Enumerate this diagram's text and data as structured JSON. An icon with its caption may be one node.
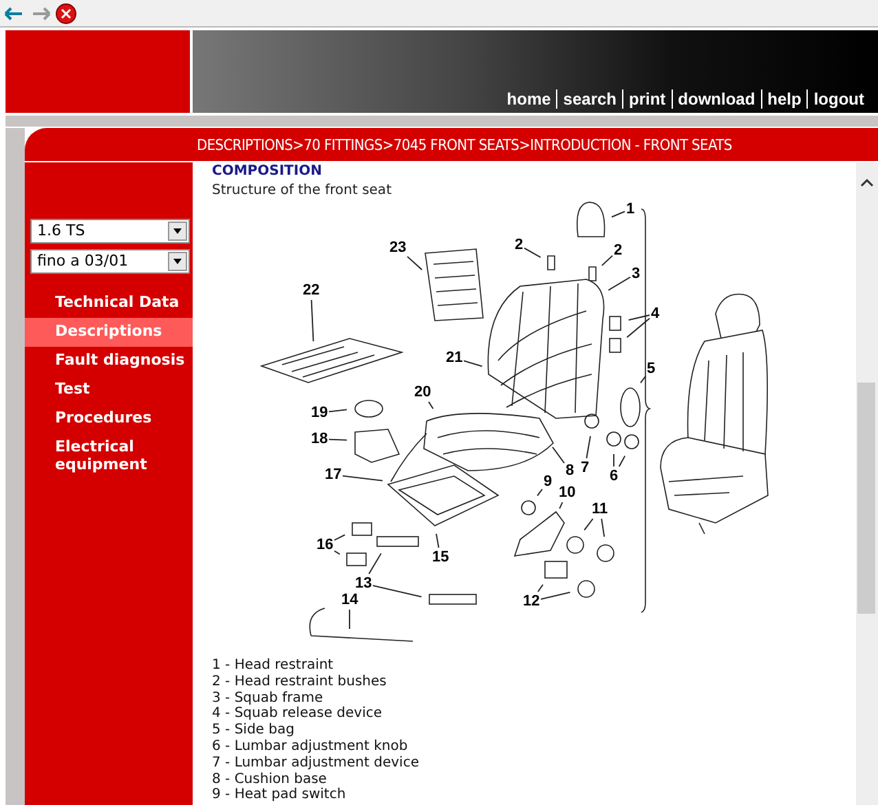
{
  "diagram": {
    "nodes": [
      {
        "text": [
          "1"
        ]
      },
      {
        "text": [
          "2"
        ]
      },
      {
        "text": [
          "23"
        ]
      },
      {
        "text": [
          "2"
        ]
      },
      {
        "text": [
          "3"
        ]
      },
      {
        "text": [
          "4"
        ]
      },
      {
        "text": [
          "22"
        ]
      },
      {
        "text": [
          "5"
        ]
      },
      {
        "text": [
          "21"
        ]
      },
      {
        "text": [
          "20"
        ]
      },
      {
        "text": [
          "19"
        ]
      },
      {
        "text": [
          "18"
        ]
      },
      {
        "text": [
          "8"
        ]
      },
      {
        "text": [
          "7"
        ]
      },
      {
        "text": [
          "6"
        ]
      },
      {
        "text": [
          "17"
        ]
      },
      {
        "text": [
          "9"
        ]
      },
      {
        "text": [
          "10"
        ]
      },
      {
        "text": [
          "11"
        ]
      },
      {
        "text": [
          "16"
        ]
      },
      {
        "text": [
          "15"
        ]
      },
      {
        "text": [
          "13"
        ]
      },
      {
        "text": [
          "12"
        ]
      },
      {
        "text": [
          "14"
        ]
      }
    ],
    "edges": [
      {
        "from": 0,
        "to": null,
        "arrow": "none"
      },
      {
        "from": 1,
        "to": null,
        "arrow": "none"
      },
      {
        "from": 2,
        "to": null,
        "arrow": "none"
      },
      {
        "from": 3,
        "to": null,
        "arrow": "none"
      },
      {
        "from": 4,
        "to": null,
        "arrow": "none"
      },
      {
        "from": 5,
        "to": null,
        "arrow": "none"
      },
      {
        "from": 5,
        "to": null,
        "arrow": "none"
      },
      {
        "from": 6,
        "to": null,
        "arrow": "none"
      },
      {
        "from": 7,
        "to": null,
        "arrow": "none"
      },
      {
        "from": 8,
        "to": null,
        "arrow": "none"
      },
      {
        "from": 9,
        "to": null,
        "arrow": "none"
      },
      {
        "from": 10,
        "to": null,
        "arrow": "none"
      },
      {
        "from": 11,
        "to": null,
        "arrow": "none"
      },
      {
        "from": 12,
        "to": null,
        "arrow": "none"
      },
      {
        "from": 13,
        "to": null,
        "arrow": "none"
      },
      {
        "from": 14,
        "to": null,
        "arrow": "none"
      },
      {
        "from": 14,
        "to": null,
        "arrow": "none"
      },
      {
        "from": 15,
        "to": null,
        "arrow": "none"
      },
      {
        "from": 16,
        "to": null,
        "arrow": "none"
      },
      {
        "from": 17,
        "to": null,
        "arrow": "none"
      },
      {
        "from": 18,
        "to": null,
        "arrow": "none"
      },
      {
        "from": 18,
        "to": null,
        "arrow": "none"
      },
      {
        "from": 19,
        "to": null,
        "arrow": "none"
      },
      {
        "from": 19,
        "to": null,
        "arrow": "none"
      },
      {
        "from": 20,
        "to": null,
        "arrow": "none"
      },
      {
        "from": 21,
        "to": null,
        "arrow": "none"
      },
      {
        "from": 21,
        "to": null,
        "arrow": "none"
      },
      {
        "from": 22,
        "to": null,
        "arrow": "none"
      },
      {
        "from": 22,
        "to": null,
        "arrow": "none"
      },
      {
        "from": 23,
        "to": null,
        "arrow": "none"
      }
    ],
    "labels": [
      "home",
      "search",
      "print",
      "download",
      "help",
      "logout",
      "DESCRIPTIONS>70 FITTINGS>7045 FRONT SEATS>INTRODUCTION - FRONT SEATS",
      "1.6 TS",
      "fino a 03/01",
      "Technical Data",
      "Descriptions",
      "Fault diagnosis",
      "Test",
      "Procedures",
      "Electrical equipment",
      "COMPOSITION",
      "Structure of the front seat",
      "1 - Head restraint",
      "2 - Head restraint bushes",
      "3 - Squab frame",
      "4 - Squab release device",
      "5 - Side bag",
      "6 - Lumbar adjustment knob",
      "7 - Lumbar adjustment device",
      "8 - Cushion base",
      "9 - Heat pad switch"
    ]
  }
}
